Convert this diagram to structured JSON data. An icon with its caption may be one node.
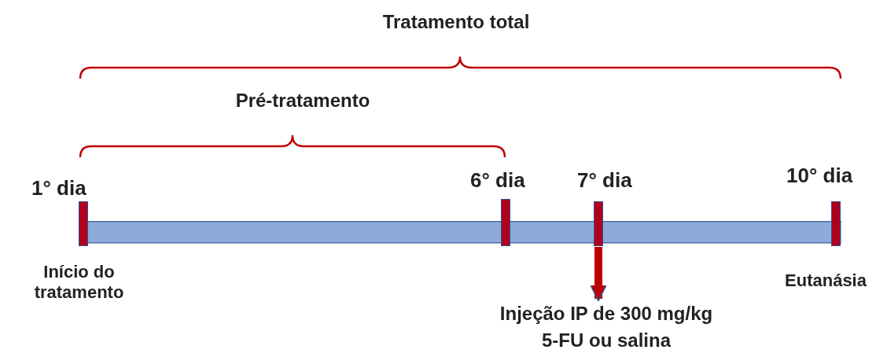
{
  "diagram": {
    "nodes": [
      {
        "text": [],
        "shape": "bar"
      },
      {
        "text": [],
        "shape": "bar",
        "in": 0,
        "beside": [
          "1° dia",
          "Início do tratamento"
        ]
      },
      {
        "text": [],
        "shape": "bar",
        "in": 0,
        "beside": [
          "6° dia"
        ]
      },
      {
        "text": [],
        "shape": "bar",
        "in": 0,
        "beside": [
          "7° dia"
        ]
      },
      {
        "text": [],
        "shape": "bar",
        "in": 0,
        "beside": [
          "10° dia",
          "Eutanásia"
        ]
      },
      {
        "text": [
          "Injeção IP de 300 mg/kg 5-FU ou salina"
        ]
      }
    ],
    "edges": [
      {
        "from": 3,
        "to": 5,
        "arrow": "to"
      }
    ],
    "labels": [
      "Tratamento total",
      "Pré-tratamento"
    ]
  }
}
